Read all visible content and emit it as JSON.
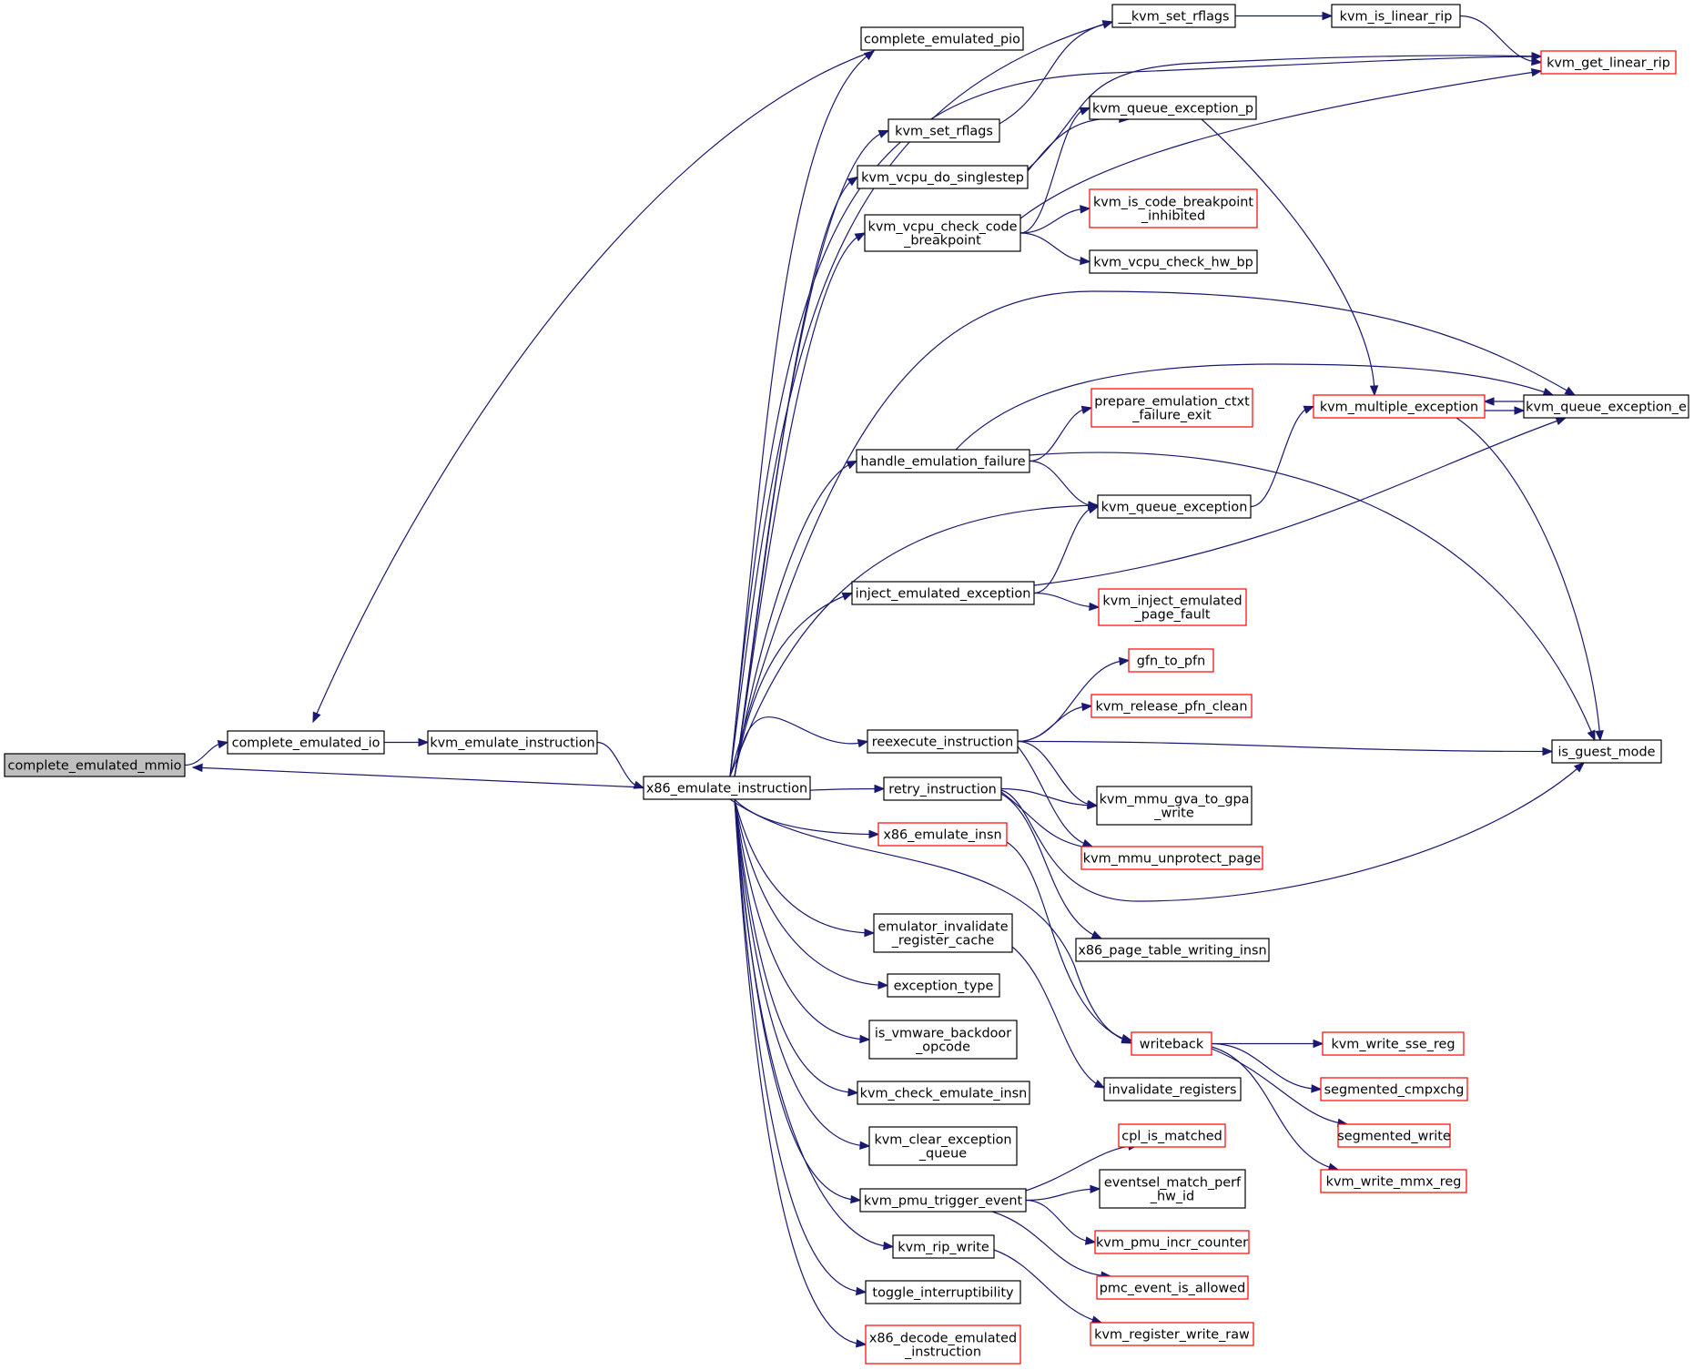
{
  "colors": {
    "edge": "#191970",
    "default_border": "#000000",
    "partial_border": "#ff0000",
    "root_fill": "#bfbfbf",
    "node_fill": "#ffffff"
  },
  "nodes": [
    {
      "id": "complete_emulated_mmio",
      "lines": [
        "complete_emulated_mmio"
      ],
      "kind": "root"
    },
    {
      "id": "complete_emulated_io",
      "lines": [
        "complete_emulated_io"
      ],
      "kind": "normal"
    },
    {
      "id": "kvm_emulate_instruction",
      "lines": [
        "kvm_emulate_instruction"
      ],
      "kind": "normal"
    },
    {
      "id": "x86_emulate_instruction",
      "lines": [
        "x86_emulate_instruction"
      ],
      "kind": "normal"
    },
    {
      "id": "complete_emulated_pio",
      "lines": [
        "complete_emulated_pio"
      ],
      "kind": "normal"
    },
    {
      "id": "kvm_set_rflags",
      "lines": [
        "kvm_set_rflags"
      ],
      "kind": "normal"
    },
    {
      "id": "kvm_vcpu_do_singlestep",
      "lines": [
        "kvm_vcpu_do_singlestep"
      ],
      "kind": "normal"
    },
    {
      "id": "kvm_vcpu_check_code_breakpoint",
      "lines": [
        "kvm_vcpu_check_code",
        "_breakpoint"
      ],
      "kind": "normal"
    },
    {
      "id": "handle_emulation_failure",
      "lines": [
        "handle_emulation_failure"
      ],
      "kind": "normal"
    },
    {
      "id": "inject_emulated_exception",
      "lines": [
        "inject_emulated_exception"
      ],
      "kind": "normal"
    },
    {
      "id": "reexecute_instruction",
      "lines": [
        "reexecute_instruction"
      ],
      "kind": "normal"
    },
    {
      "id": "retry_instruction",
      "lines": [
        "retry_instruction"
      ],
      "kind": "normal"
    },
    {
      "id": "x86_emulate_insn",
      "lines": [
        "x86_emulate_insn"
      ],
      "kind": "partial"
    },
    {
      "id": "emulator_invalidate_register_cache",
      "lines": [
        "emulator_invalidate",
        "_register_cache"
      ],
      "kind": "normal"
    },
    {
      "id": "exception_type",
      "lines": [
        "exception_type"
      ],
      "kind": "normal"
    },
    {
      "id": "is_vmware_backdoor_opcode",
      "lines": [
        "is_vmware_backdoor",
        "_opcode"
      ],
      "kind": "normal"
    },
    {
      "id": "kvm_check_emulate_insn",
      "lines": [
        "kvm_check_emulate_insn"
      ],
      "kind": "normal"
    },
    {
      "id": "kvm_clear_exception_queue",
      "lines": [
        "kvm_clear_exception",
        "_queue"
      ],
      "kind": "normal"
    },
    {
      "id": "kvm_pmu_trigger_event",
      "lines": [
        "kvm_pmu_trigger_event"
      ],
      "kind": "normal"
    },
    {
      "id": "kvm_rip_write",
      "lines": [
        "kvm_rip_write"
      ],
      "kind": "normal"
    },
    {
      "id": "toggle_interruptibility",
      "lines": [
        "toggle_interruptibility"
      ],
      "kind": "normal"
    },
    {
      "id": "x86_decode_emulated_instruction",
      "lines": [
        "x86_decode_emulated",
        "_instruction"
      ],
      "kind": "partial"
    },
    {
      "id": "__kvm_set_rflags",
      "lines": [
        "__kvm_set_rflags"
      ],
      "kind": "normal"
    },
    {
      "id": "kvm_queue_exception_p",
      "lines": [
        "kvm_queue_exception_p"
      ],
      "kind": "normal"
    },
    {
      "id": "kvm_is_code_breakpoint_inhibited",
      "lines": [
        "kvm_is_code_breakpoint",
        "_inhibited"
      ],
      "kind": "partial"
    },
    {
      "id": "kvm_vcpu_check_hw_bp",
      "lines": [
        "kvm_vcpu_check_hw_bp"
      ],
      "kind": "normal"
    },
    {
      "id": "prepare_emulation_ctxt_failure_exit",
      "lines": [
        "prepare_emulation_ctxt",
        "_failure_exit"
      ],
      "kind": "partial"
    },
    {
      "id": "kvm_queue_exception",
      "lines": [
        "kvm_queue_exception"
      ],
      "kind": "normal"
    },
    {
      "id": "kvm_inject_emulated_page_fault",
      "lines": [
        "kvm_inject_emulated",
        "_page_fault"
      ],
      "kind": "partial"
    },
    {
      "id": "gfn_to_pfn",
      "lines": [
        "gfn_to_pfn"
      ],
      "kind": "partial"
    },
    {
      "id": "kvm_release_pfn_clean",
      "lines": [
        "kvm_release_pfn_clean"
      ],
      "kind": "partial"
    },
    {
      "id": "kvm_mmu_gva_to_gpa_write",
      "lines": [
        "kvm_mmu_gva_to_gpa",
        "_write"
      ],
      "kind": "normal"
    },
    {
      "id": "kvm_mmu_unprotect_page",
      "lines": [
        "kvm_mmu_unprotect_page"
      ],
      "kind": "partial"
    },
    {
      "id": "x86_page_table_writing_insn",
      "lines": [
        "x86_page_table_writing_insn"
      ],
      "kind": "normal"
    },
    {
      "id": "writeback",
      "lines": [
        "writeback"
      ],
      "kind": "partial"
    },
    {
      "id": "invalidate_registers",
      "lines": [
        "invalidate_registers"
      ],
      "kind": "normal"
    },
    {
      "id": "cpl_is_matched",
      "lines": [
        "cpl_is_matched"
      ],
      "kind": "partial"
    },
    {
      "id": "eventsel_match_perf_hw_id",
      "lines": [
        "eventsel_match_perf",
        "_hw_id"
      ],
      "kind": "normal"
    },
    {
      "id": "kvm_pmu_incr_counter",
      "lines": [
        "kvm_pmu_incr_counter"
      ],
      "kind": "partial"
    },
    {
      "id": "pmc_event_is_allowed",
      "lines": [
        "pmc_event_is_allowed"
      ],
      "kind": "partial"
    },
    {
      "id": "kvm_register_write_raw",
      "lines": [
        "kvm_register_write_raw"
      ],
      "kind": "partial"
    },
    {
      "id": "kvm_is_linear_rip",
      "lines": [
        "kvm_is_linear_rip"
      ],
      "kind": "normal"
    },
    {
      "id": "kvm_get_linear_rip",
      "lines": [
        "kvm_get_linear_rip"
      ],
      "kind": "partial"
    },
    {
      "id": "kvm_multiple_exception",
      "lines": [
        "kvm_multiple_exception"
      ],
      "kind": "partial"
    },
    {
      "id": "kvm_queue_exception_e",
      "lines": [
        "kvm_queue_exception_e"
      ],
      "kind": "normal"
    },
    {
      "id": "is_guest_mode",
      "lines": [
        "is_guest_mode"
      ],
      "kind": "normal"
    },
    {
      "id": "kvm_write_sse_reg",
      "lines": [
        "kvm_write_sse_reg"
      ],
      "kind": "partial"
    },
    {
      "id": "segmented_cmpxchg",
      "lines": [
        "segmented_cmpxchg"
      ],
      "kind": "partial"
    },
    {
      "id": "segmented_write",
      "lines": [
        "segmented_write"
      ],
      "kind": "partial"
    },
    {
      "id": "kvm_write_mmx_reg",
      "lines": [
        "kvm_write_mmx_reg"
      ],
      "kind": "partial"
    }
  ],
  "edges": [
    [
      "complete_emulated_mmio",
      "complete_emulated_io"
    ],
    [
      "complete_emulated_io",
      "kvm_emulate_instruction"
    ],
    [
      "kvm_emulate_instruction",
      "x86_emulate_instruction"
    ],
    [
      "x86_emulate_instruction",
      "complete_emulated_mmio"
    ],
    [
      "x86_emulate_instruction",
      "complete_emulated_pio"
    ],
    [
      "complete_emulated_pio",
      "complete_emulated_io"
    ],
    [
      "x86_emulate_instruction",
      "kvm_set_rflags"
    ],
    [
      "x86_emulate_instruction",
      "kvm_vcpu_do_singlestep"
    ],
    [
      "x86_emulate_instruction",
      "kvm_vcpu_check_code_breakpoint"
    ],
    [
      "x86_emulate_instruction",
      "handle_emulation_failure"
    ],
    [
      "x86_emulate_instruction",
      "inject_emulated_exception"
    ],
    [
      "x86_emulate_instruction",
      "reexecute_instruction"
    ],
    [
      "x86_emulate_instruction",
      "retry_instruction"
    ],
    [
      "x86_emulate_instruction",
      "x86_emulate_insn"
    ],
    [
      "x86_emulate_instruction",
      "emulator_invalidate_register_cache"
    ],
    [
      "x86_emulate_instruction",
      "exception_type"
    ],
    [
      "x86_emulate_instruction",
      "is_vmware_backdoor_opcode"
    ],
    [
      "x86_emulate_instruction",
      "kvm_check_emulate_insn"
    ],
    [
      "x86_emulate_instruction",
      "kvm_clear_exception_queue"
    ],
    [
      "x86_emulate_instruction",
      "kvm_pmu_trigger_event"
    ],
    [
      "x86_emulate_instruction",
      "kvm_rip_write"
    ],
    [
      "x86_emulate_instruction",
      "toggle_interruptibility"
    ],
    [
      "x86_emulate_instruction",
      "x86_decode_emulated_instruction"
    ],
    [
      "x86_emulate_instruction",
      "__kvm_set_rflags"
    ],
    [
      "x86_emulate_instruction",
      "kvm_get_linear_rip"
    ],
    [
      "x86_emulate_instruction",
      "kvm_queue_exception_e"
    ],
    [
      "x86_emulate_instruction",
      "kvm_queue_exception"
    ],
    [
      "x86_emulate_instruction",
      "writeback"
    ],
    [
      "kvm_set_rflags",
      "__kvm_set_rflags"
    ],
    [
      "__kvm_set_rflags",
      "kvm_is_linear_rip"
    ],
    [
      "kvm_is_linear_rip",
      "kvm_get_linear_rip"
    ],
    [
      "kvm_vcpu_do_singlestep",
      "kvm_queue_exception_p"
    ],
    [
      "kvm_vcpu_do_singlestep",
      "kvm_get_linear_rip"
    ],
    [
      "kvm_vcpu_check_code_breakpoint",
      "kvm_queue_exception_p"
    ],
    [
      "kvm_vcpu_check_code_breakpoint",
      "kvm_get_linear_rip"
    ],
    [
      "kvm_vcpu_check_code_breakpoint",
      "kvm_is_code_breakpoint_inhibited"
    ],
    [
      "kvm_vcpu_check_code_breakpoint",
      "kvm_vcpu_check_hw_bp"
    ],
    [
      "kvm_queue_exception_p",
      "kvm_multiple_exception"
    ],
    [
      "handle_emulation_failure",
      "prepare_emulation_ctxt_failure_exit"
    ],
    [
      "handle_emulation_failure",
      "kvm_queue_exception"
    ],
    [
      "handle_emulation_failure",
      "kvm_queue_exception_e"
    ],
    [
      "handle_emulation_failure",
      "is_guest_mode"
    ],
    [
      "kvm_queue_exception",
      "kvm_multiple_exception"
    ],
    [
      "kvm_multiple_exception",
      "kvm_queue_exception_e"
    ],
    [
      "kvm_queue_exception_e",
      "kvm_multiple_exception"
    ],
    [
      "kvm_multiple_exception",
      "is_guest_mode"
    ],
    [
      "inject_emulated_exception",
      "kvm_queue_exception"
    ],
    [
      "inject_emulated_exception",
      "kvm_queue_exception_e"
    ],
    [
      "inject_emulated_exception",
      "kvm_inject_emulated_page_fault"
    ],
    [
      "reexecute_instruction",
      "gfn_to_pfn"
    ],
    [
      "reexecute_instruction",
      "kvm_release_pfn_clean"
    ],
    [
      "reexecute_instruction",
      "is_guest_mode"
    ],
    [
      "reexecute_instruction",
      "kvm_mmu_gva_to_gpa_write"
    ],
    [
      "reexecute_instruction",
      "kvm_mmu_unprotect_page"
    ],
    [
      "retry_instruction",
      "kvm_mmu_gva_to_gpa_write"
    ],
    [
      "retry_instruction",
      "kvm_mmu_unprotect_page"
    ],
    [
      "retry_instruction",
      "is_guest_mode"
    ],
    [
      "retry_instruction",
      "x86_page_table_writing_insn"
    ],
    [
      "x86_emulate_insn",
      "writeback"
    ],
    [
      "emulator_invalidate_register_cache",
      "invalidate_registers"
    ],
    [
      "writeback",
      "kvm_write_sse_reg"
    ],
    [
      "writeback",
      "segmented_cmpxchg"
    ],
    [
      "writeback",
      "segmented_write"
    ],
    [
      "writeback",
      "kvm_write_mmx_reg"
    ],
    [
      "kvm_pmu_trigger_event",
      "cpl_is_matched"
    ],
    [
      "kvm_pmu_trigger_event",
      "eventsel_match_perf_hw_id"
    ],
    [
      "kvm_pmu_trigger_event",
      "kvm_pmu_incr_counter"
    ],
    [
      "kvm_pmu_trigger_event",
      "pmc_event_is_allowed"
    ],
    [
      "kvm_rip_write",
      "kvm_register_write_raw"
    ]
  ]
}
